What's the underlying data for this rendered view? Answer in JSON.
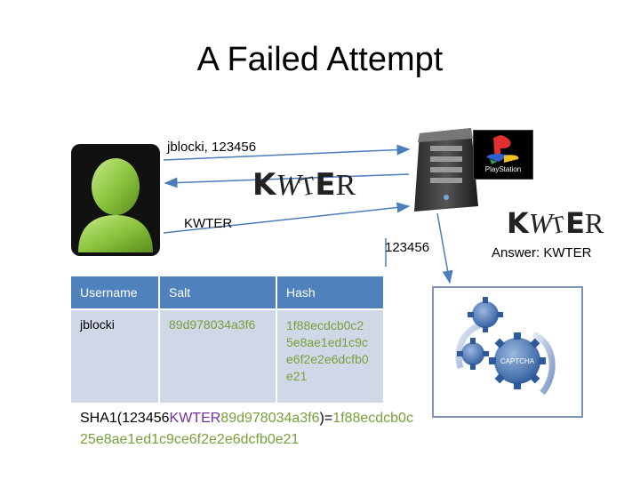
{
  "slide": {
    "title": "A Failed Attempt"
  },
  "diagram": {
    "request_label": "jblocki, 123456",
    "captcha_image_text": {
      "k": "K",
      "w": "W",
      "t": "T",
      "e": "E",
      "r": "R"
    },
    "response_label": "KWTER",
    "server_forward_label": "123456",
    "answer_label": "Answer: KWTER",
    "playstation_logo_text": "PlayStation",
    "captcha_badge_text": "CAPTCHA"
  },
  "hash_table": {
    "headers": [
      "Username",
      "Salt",
      "Hash"
    ],
    "row": {
      "username": "jblocki",
      "salt": "89d978034a3f6",
      "hash": "1f88ecdcb0c25e8ae1ed1c9ce6f2e2e6dcfb0e21"
    }
  },
  "sha_formula": {
    "prefix": "SHA1(123456",
    "captcha_part": "KWTER",
    "salt_part": "89d978034a3f6",
    "equals": ")=",
    "hash_part": "1f88ecdcb0c25e8ae1ed1c9ce6f2e2e6dcfb0e21"
  },
  "colors": {
    "table_header": "#4f81bd",
    "table_body": "#d0d8e8",
    "green_text": "#76a03a",
    "purple_text": "#7030a0",
    "arrow": "#4a7ebb",
    "user_icon_green": "#8cc63f"
  }
}
